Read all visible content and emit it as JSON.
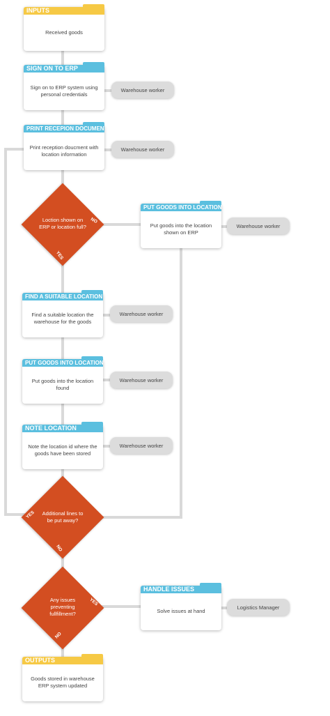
{
  "inputs": {
    "title": "INPUTS",
    "body": "Received goods"
  },
  "sign_on": {
    "title": "SIGN ON TO ERP",
    "body": "Sign on to ERP system using personal credentials",
    "role": "Warehouse worker"
  },
  "print_reception": {
    "title": "PRINT RECEPION DOCUMENT",
    "body": "Print reception doucment with location information",
    "role": "Warehouse worker"
  },
  "decision_location": {
    "text": "Loction shown on ERP or location full?",
    "no_label": "NO",
    "yes_label": "YES"
  },
  "put_goods_shown": {
    "title": "PUT GOODS INTO LOCATION",
    "body": "Put goods into the location shown on ERP",
    "role": "Warehouse worker"
  },
  "find_location": {
    "title": "FIND A SUITABLE LOCATION",
    "body": "Find a suitable location the warehouse for the goods",
    "role": "Warehouse worker"
  },
  "put_goods_found": {
    "title": "PUT GOODS INTO LOCATION",
    "body": "Put goods into the location found",
    "role": "Warehouse worker"
  },
  "note_location": {
    "title": "NOTE LOCATION",
    "body": "Note the location id where the goods have been stored",
    "role": "Warehouse worker"
  },
  "decision_lines": {
    "text": "Additional lines to be put away?",
    "yes_label": "YES",
    "no_label": "NO"
  },
  "decision_issues": {
    "text": "Any issues preventing fullfillment?",
    "yes_label": "YES",
    "no_label": "NO"
  },
  "handle_issues": {
    "title": "HANDLE ISSUES",
    "body": "Solve issues at hand",
    "role": "Logistics Manager"
  },
  "outputs": {
    "title": "OUTPUTS",
    "body": "Goods stored in warehouse ERP system updated"
  },
  "colors": {
    "input_output": "#f6c945",
    "process": "#5bbfdf",
    "decision": "#d34e21",
    "role_pill": "#dcdcdc",
    "connector": "#d6d6d6"
  }
}
